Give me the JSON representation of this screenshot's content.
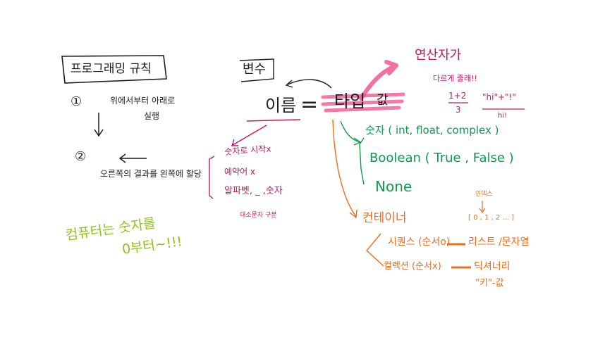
{
  "left": {
    "title": "프로그래밍 규칙",
    "step1_num": "①",
    "step1_text": "위에서부터 아래로",
    "step1_text2": "실행",
    "step2_num": "②",
    "step2_text": "오른쪽의 결과를 왼쪽에 할당",
    "computer_note1": "컴퓨터는 숫자를",
    "computer_note2": "0부터~!!!"
  },
  "center": {
    "var_label": "변수",
    "name": "이름",
    "equals": "=",
    "type": "타입",
    "value": "값",
    "operator": "연산자가",
    "operator_sub": "다르게 줄래!!",
    "frac_num": "1+2",
    "frac_den": "3",
    "str_example": "\"hi\"+\"!\"",
    "str_result": "hi!"
  },
  "naming_rules": {
    "rule1": "숫자로 시작x",
    "rule2": "예약어 x",
    "rule3": "알파벳, _ ,숫자",
    "rule4": "대소문자 구분"
  },
  "types": {
    "number": "숫자 ( int, float, complex )",
    "boolean": "Boolean ( True , False )",
    "none": "None",
    "container": "컨테이너",
    "index_label": "인덱스",
    "index_values": "[ 0 , 1 , 2 ... ]",
    "sequence": "시퀀스 (순서o)",
    "sequence_result": "리스트 /문자열",
    "collection": "컬렉션 (순서x)",
    "collection_result": "딕셔너리",
    "key_value": "\"키\"-값"
  },
  "colors": {
    "ink": "#1c1c1c",
    "magenta": "#c2185b",
    "green": "#0f9a4e",
    "orange": "#ef6c1a",
    "lime": "#8cc21a",
    "pink": "#ee4d8a"
  }
}
